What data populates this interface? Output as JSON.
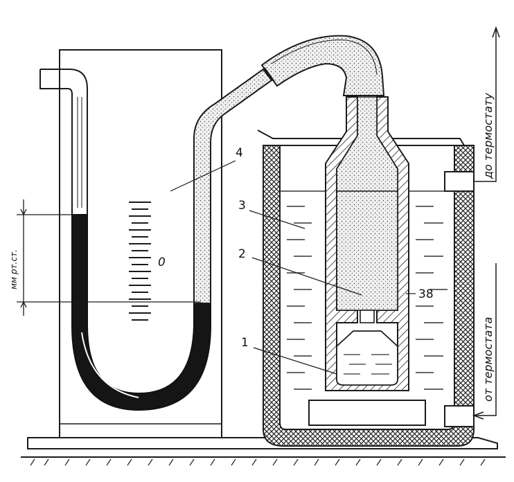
{
  "labels": {
    "part1": "1",
    "part2": "2",
    "part3": "3",
    "part4": "4",
    "part38": "38",
    "zero": "0",
    "pressure_unit": "мм рт.ст.",
    "to_thermostat": "до термостату",
    "from_thermostat": "от термостата"
  },
  "colors": {
    "ink": "#1a1a1a",
    "mercury": "#151515",
    "powder": "#e9e9e9",
    "paper": "#ffffff"
  }
}
